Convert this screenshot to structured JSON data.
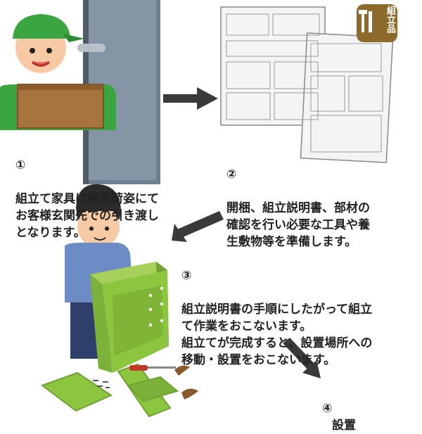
{
  "badge": {
    "label": "組立品"
  },
  "steps": [
    {
      "number": "①",
      "text": "組立て家具は梱包荷姿にて\nお客様玄関先での引き渡し\nとなります。"
    },
    {
      "number": "②",
      "text": "開梱、組立説明書、部材の\n確認を行い必要な工具や養\n生敷物等を準備します。"
    },
    {
      "number": "③",
      "text": "組立説明書の手順にしたがって組立\nて作業をおこないます。\n組立てが完成すると、設置場所への\n移動・設置をおこないます。"
    },
    {
      "number": "④",
      "text": "設置"
    }
  ],
  "colors": {
    "accent_green": "#8cc63f",
    "badge_brown": "#8b6a2b",
    "arrow": "#3a3a3a",
    "door": "#6e7e90"
  }
}
